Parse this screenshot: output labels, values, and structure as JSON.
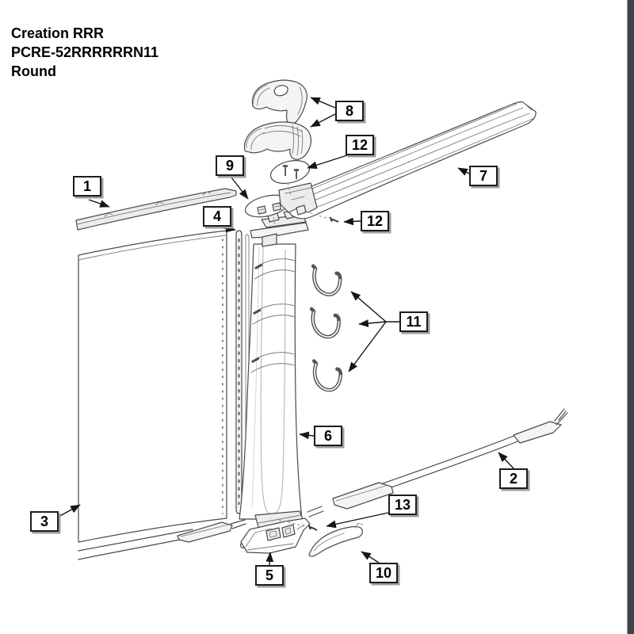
{
  "title": {
    "product": "Creation RRR",
    "model": "PCRE-52RRRRRRN11",
    "shape": "Round"
  },
  "callouts": [
    {
      "id": "callout-1",
      "label": "1"
    },
    {
      "id": "callout-9",
      "label": "9"
    },
    {
      "id": "callout-8",
      "label": "8"
    },
    {
      "id": "callout-12-top",
      "label": "12"
    },
    {
      "id": "callout-7",
      "label": "7"
    },
    {
      "id": "callout-12-right",
      "label": "12"
    },
    {
      "id": "callout-4",
      "label": "4"
    },
    {
      "id": "callout-11",
      "label": "11"
    },
    {
      "id": "callout-6",
      "label": "6"
    },
    {
      "id": "callout-2",
      "label": "2"
    },
    {
      "id": "callout-3",
      "label": "3"
    },
    {
      "id": "callout-13",
      "label": "13"
    },
    {
      "id": "callout-5",
      "label": "5"
    },
    {
      "id": "callout-10",
      "label": "10"
    }
  ],
  "colors": {
    "background": "#ffffff",
    "diagram_line": "#4a4a4a",
    "label_border": "#1c1c1c",
    "label_shadow": "#9e9e9e",
    "arrow": "#151515",
    "scrollbar": "#3f444a"
  }
}
